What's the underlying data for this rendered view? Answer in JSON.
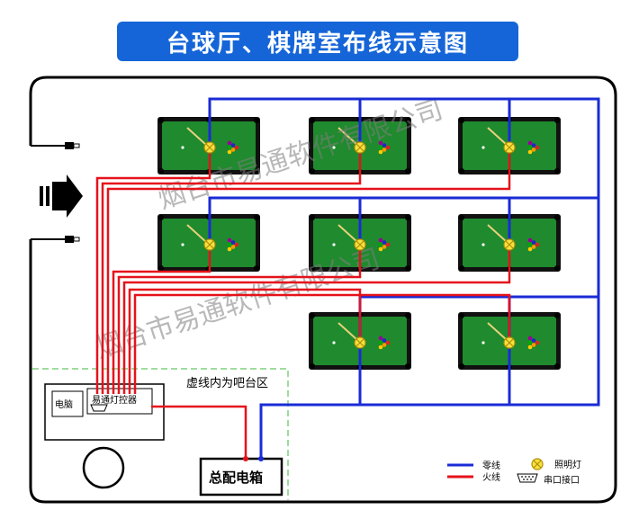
{
  "title": "台球厅、棋牌室布线示意图",
  "labels": {
    "bar_zone": "虚线内为吧台区",
    "computer": "电脑",
    "controller": "易通灯控器",
    "distribution_box": "总配电箱"
  },
  "legend": {
    "neutral_line": "零线",
    "live_line": "火线",
    "lamp": "照明灯",
    "serial_port": "串口接口"
  },
  "watermark": "烟台市易通软件有限公司",
  "colors": {
    "neutral": "#1a2bd6",
    "live": "#e5121b",
    "table_felt": "#1f8a2e",
    "banner": "#1565d8"
  }
}
